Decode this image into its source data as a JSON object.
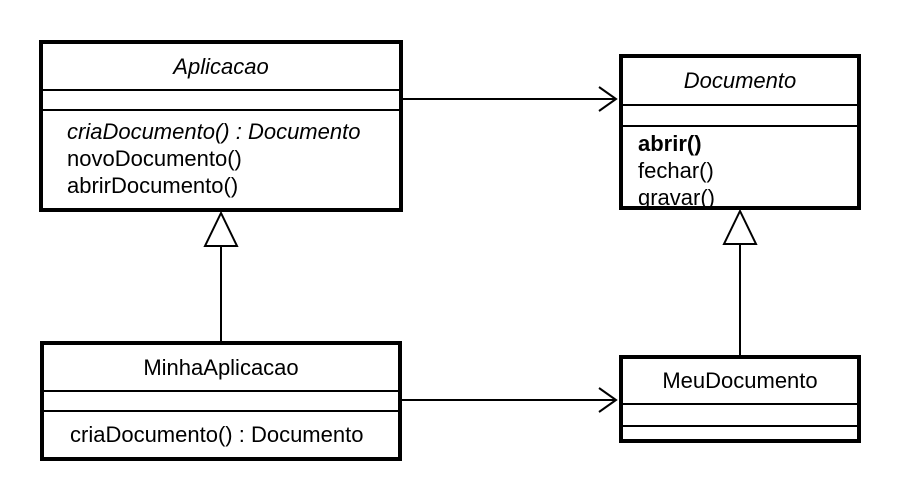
{
  "diagram": {
    "kind": "uml-class-diagram",
    "colors": {
      "line": "#000000",
      "background": "#ffffff",
      "box_fill": "#ffffff"
    },
    "classes": {
      "aplicacao": {
        "name": "Aplicacao",
        "abstract": true,
        "attributes": [],
        "methods": [
          "criaDocumento() : Documento",
          "novoDocumento()",
          "abrirDocumento()"
        ]
      },
      "documento": {
        "name": "Documento",
        "abstract": true,
        "attributes": [],
        "methods": [
          "abrir()",
          "fechar()",
          "gravar()"
        ]
      },
      "minhaAplicacao": {
        "name": "MinhaAplicacao",
        "abstract": false,
        "attributes": [],
        "methods": [
          "criaDocumento() : Documento"
        ]
      },
      "meuDocumento": {
        "name": "MeuDocumento",
        "abstract": false,
        "attributes": [],
        "methods": []
      }
    },
    "relations": [
      {
        "from": "Aplicacao",
        "to": "Documento",
        "type": "association-arrow"
      },
      {
        "from": "MinhaAplicacao",
        "to": "MeuDocumento",
        "type": "association-arrow"
      },
      {
        "from": "MinhaAplicacao",
        "to": "Aplicacao",
        "type": "generalization"
      },
      {
        "from": "MeuDocumento",
        "to": "Documento",
        "type": "generalization"
      }
    ]
  }
}
